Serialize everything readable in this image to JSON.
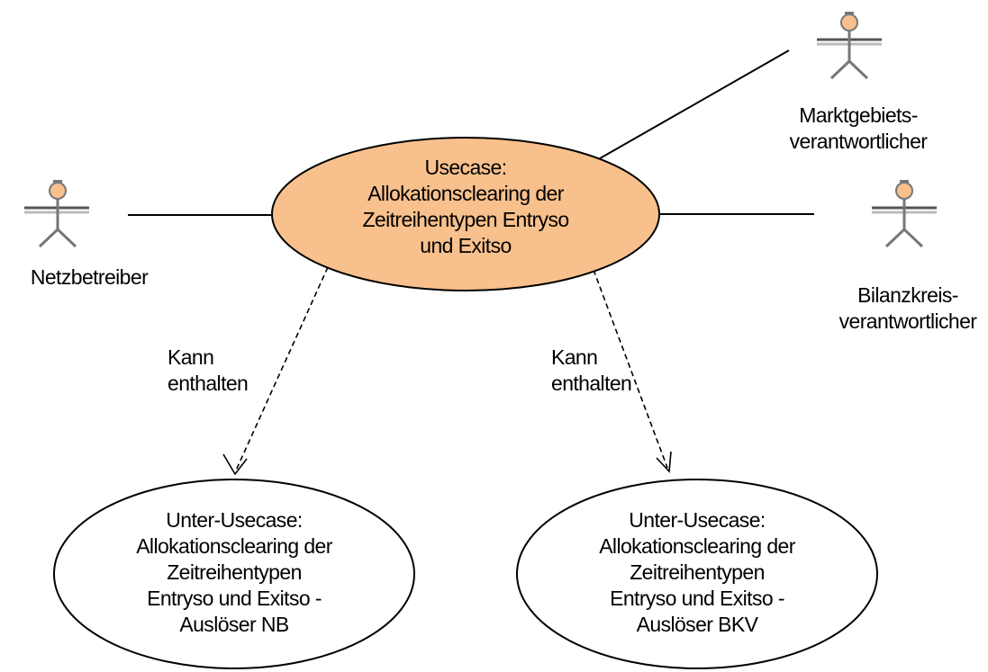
{
  "colors": {
    "main_usecase_fill": "#f8c08c",
    "actor_head_fill": "#f8c08c",
    "actor_color": "#7a7a7a",
    "line": "#000000"
  },
  "actors": [
    {
      "id": "netzbetreiber",
      "label": "Netzbetreiber",
      "icon": "stick-figure-actor-icon"
    },
    {
      "id": "mgv",
      "label": "Marktgebiets-\nverantwortlicher",
      "icon": "stick-figure-actor-icon"
    },
    {
      "id": "bkv",
      "label": "Bilanzkreis-\nverantwortlicher",
      "icon": "stick-figure-actor-icon"
    }
  ],
  "main_usecase": {
    "label": "Usecase:\nAllokationsclearing der\nZeitreihentypen Entryso\nund Exitso"
  },
  "sub_usecases": [
    {
      "id": "nb",
      "label": "Unter-Usecase:\nAllokationsclearing der\nZeitreihentypen\nEntryso und Exitso -\nAuslöser NB"
    },
    {
      "id": "bkv",
      "label": "Unter-Usecase:\nAllokationsclearing der\nZeitreihentypen\nEntryso und Exitso -\nAuslöser BKV"
    }
  ],
  "relations": [
    {
      "id": "include-left",
      "label": "Kann\nenthalten"
    },
    {
      "id": "include-right",
      "label": "Kann\nenthalten"
    }
  ]
}
